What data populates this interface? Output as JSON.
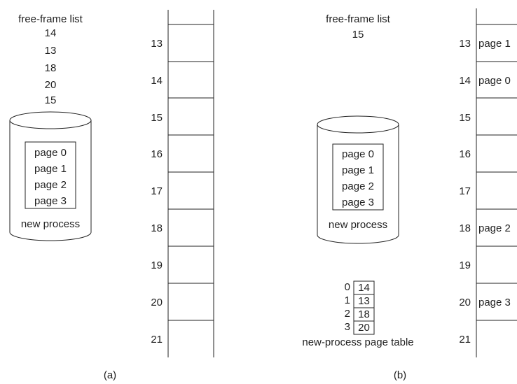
{
  "panel_a": {
    "caption": "(a)",
    "free_frame_list": {
      "title": "free-frame list",
      "items": [
        "14",
        "13",
        "18",
        "20",
        "15"
      ]
    },
    "disk": {
      "pages": [
        "page 0",
        "page 1",
        "page 2",
        "page 3"
      ],
      "label": "new process"
    },
    "memory": {
      "frames": [
        {
          "number": "13",
          "content": ""
        },
        {
          "number": "14",
          "content": ""
        },
        {
          "number": "15",
          "content": ""
        },
        {
          "number": "16",
          "content": ""
        },
        {
          "number": "17",
          "content": ""
        },
        {
          "number": "18",
          "content": ""
        },
        {
          "number": "19",
          "content": ""
        },
        {
          "number": "20",
          "content": ""
        },
        {
          "number": "21",
          "content": ""
        }
      ]
    }
  },
  "panel_b": {
    "caption": "(b)",
    "free_frame_list": {
      "title": "free-frame list",
      "items": [
        "15"
      ]
    },
    "disk": {
      "pages": [
        "page 0",
        "page 1",
        "page 2",
        "page 3"
      ],
      "label": "new process"
    },
    "page_table": {
      "rows": [
        {
          "index": "0",
          "frame": "14"
        },
        {
          "index": "1",
          "frame": "13"
        },
        {
          "index": "2",
          "frame": "18"
        },
        {
          "index": "3",
          "frame": "20"
        }
      ],
      "label": "new-process page table"
    },
    "memory": {
      "frames": [
        {
          "number": "13",
          "content": "page 1"
        },
        {
          "number": "14",
          "content": "page 0"
        },
        {
          "number": "15",
          "content": ""
        },
        {
          "number": "16",
          "content": ""
        },
        {
          "number": "17",
          "content": ""
        },
        {
          "number": "18",
          "content": "page 2"
        },
        {
          "number": "19",
          "content": ""
        },
        {
          "number": "20",
          "content": "page 3"
        },
        {
          "number": "21",
          "content": ""
        }
      ]
    }
  }
}
